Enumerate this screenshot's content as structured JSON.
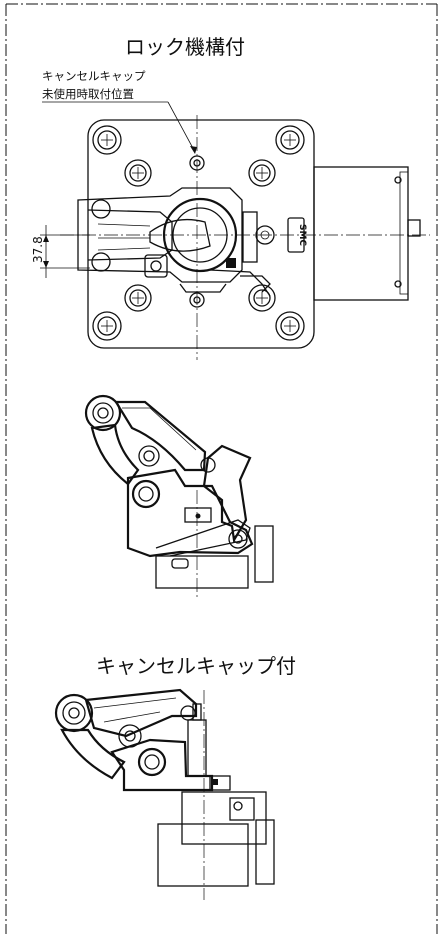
{
  "drawing": {
    "title_lock": "ロック機構付",
    "note_line1": "キャンセルキャップ",
    "note_line2": "未使用時取付位置",
    "dimension_value": "37.8",
    "logo_text": "SMC",
    "title_cancel_cap": "キャンセルキャップ付"
  }
}
